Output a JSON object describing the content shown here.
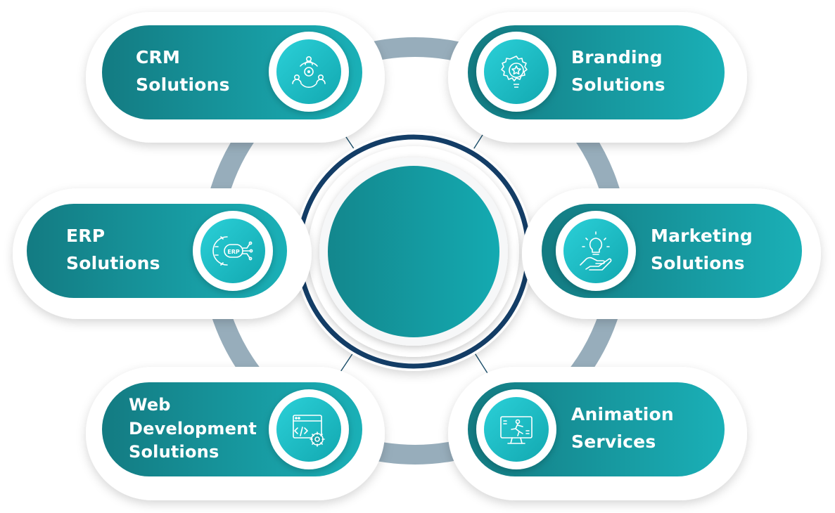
{
  "hub": {
    "label": ""
  },
  "items": [
    {
      "id": "crm",
      "lines": [
        "CRM",
        "Solutions"
      ],
      "icon": "team-network-icon"
    },
    {
      "id": "branding",
      "lines": [
        "Branding",
        "Solutions"
      ],
      "icon": "gear-star-bulb-icon"
    },
    {
      "id": "erp",
      "lines": [
        "ERP",
        "Solutions"
      ],
      "icon": "erp-gear-icon"
    },
    {
      "id": "marketing",
      "lines": [
        "Marketing",
        "Solutions"
      ],
      "icon": "bulb-hand-icon"
    },
    {
      "id": "web",
      "lines": [
        "Web",
        "Development",
        "Solutions"
      ],
      "icon": "browser-code-gear-icon"
    },
    {
      "id": "animation",
      "lines": [
        "Animation",
        "Services"
      ],
      "icon": "monitor-figure-icon"
    }
  ],
  "colors": {
    "teal_dark": "#117a80",
    "teal": "#17a4ab",
    "teal_light": "#22c3cb",
    "ring": "#97adbb",
    "navy": "#133d66",
    "white": "#ffffff"
  }
}
